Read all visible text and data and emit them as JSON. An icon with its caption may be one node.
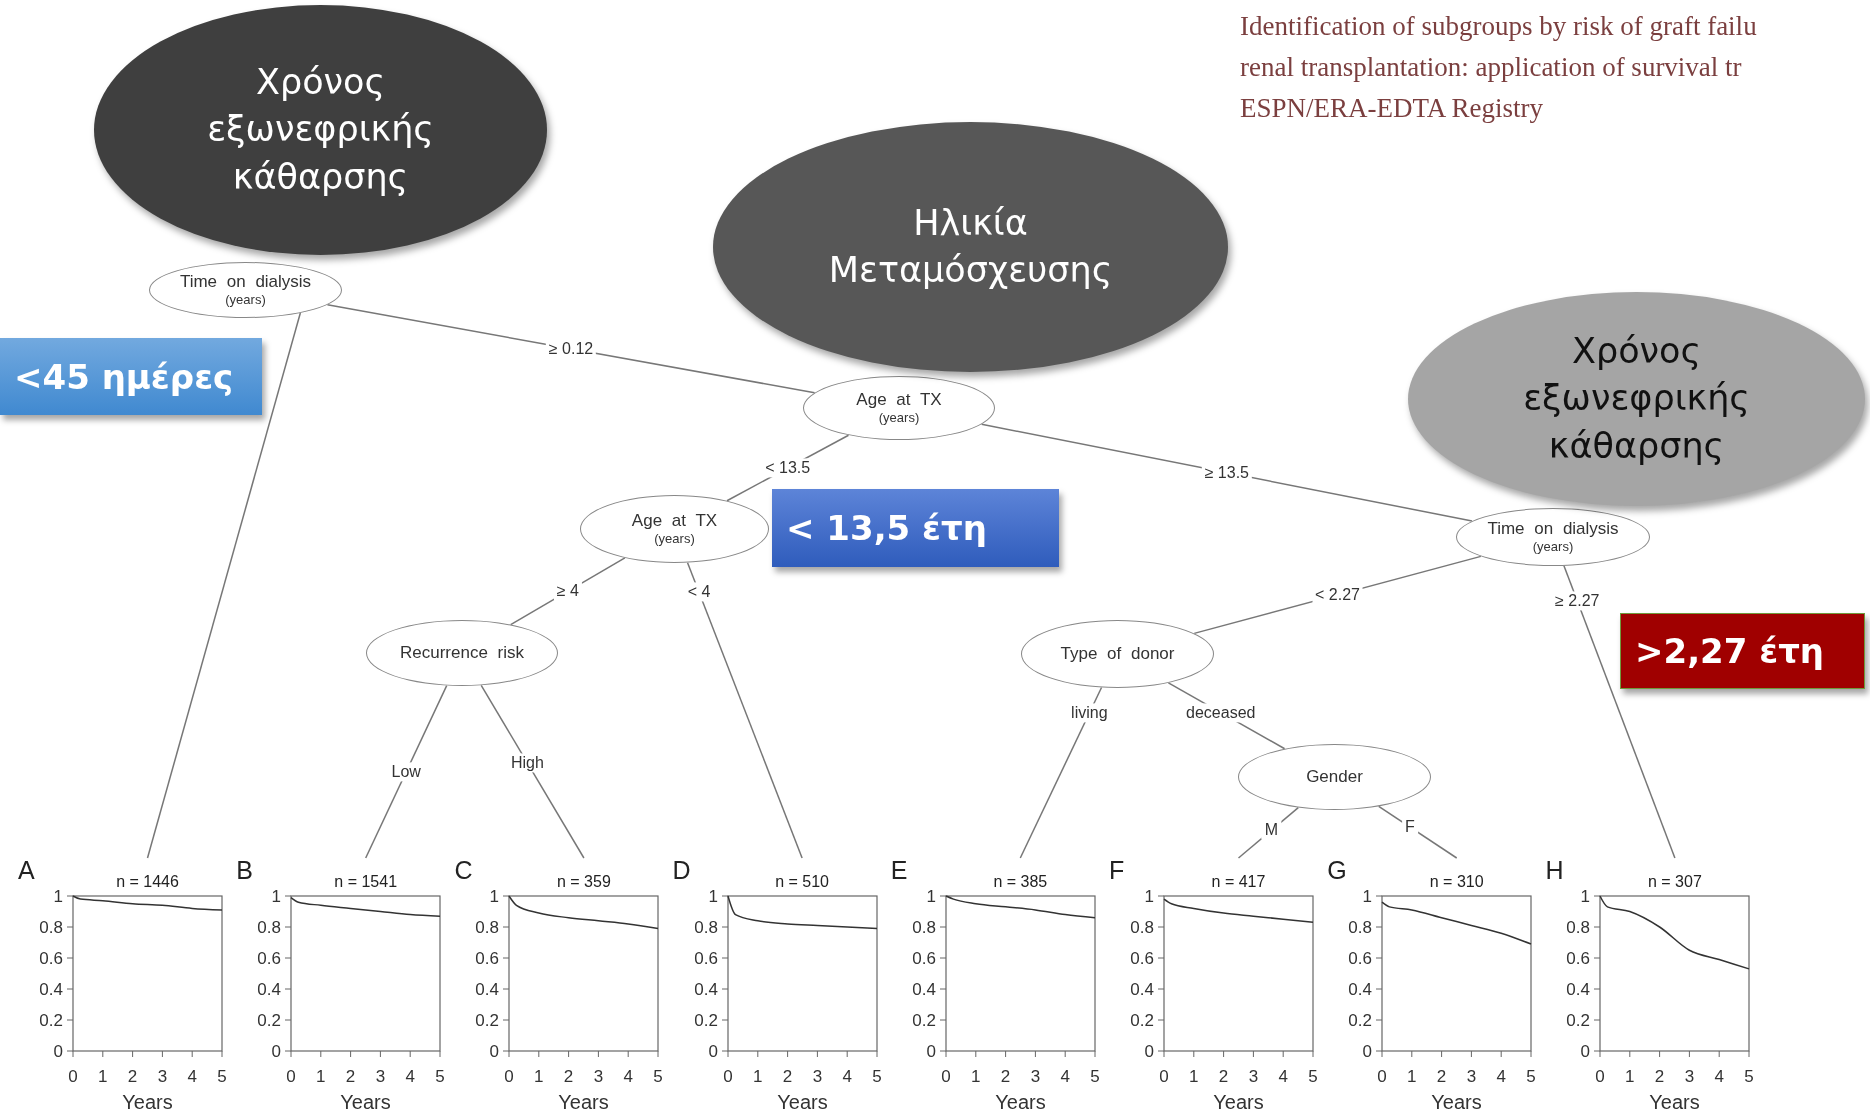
{
  "diagram": {
    "nodes": [
      {
        "text": [
          "Χρόνος εξωνεφρικής κάθαρσης"
        ]
      },
      {
        "text": [
          "Time on dialysis",
          "(years)"
        ]
      },
      {
        "text": [
          "<45 ημέρες"
        ]
      },
      {
        "text": [
          "Ηλικία Μεταμόσχευσης"
        ]
      },
      {
        "text": [
          "Age at TX",
          "(years)"
        ]
      },
      {
        "text": [
          "Χρόνος εξωνεφρικής κάθαρσης"
        ]
      },
      {
        "text": [
          "Time on dialysis",
          "(years)"
        ]
      },
      {
        "text": [
          "Age at TX",
          "(years)"
        ]
      },
      {
        "text": [
          "< 13,5 έτη"
        ]
      },
      {
        "text": [
          "Recurrence risk"
        ]
      },
      {
        "text": [
          "Type of donor"
        ]
      },
      {
        "text": [
          ">2,27 έτη"
        ]
      },
      {
        "text": [
          "Gender"
        ]
      },
      {
        "text": [
          "A",
          "n = 1446"
        ]
      },
      {
        "text": [
          "B",
          "n = 1541"
        ]
      },
      {
        "text": [
          "C",
          "n = 359"
        ]
      },
      {
        "text": [
          "D",
          "n = 510"
        ]
      },
      {
        "text": [
          "E",
          "n = 385"
        ]
      },
      {
        "text": [
          "F",
          "n = 417"
        ]
      },
      {
        "text": [
          "G",
          "n = 310"
        ]
      },
      {
        "text": [
          "H",
          "n = 307"
        ]
      }
    ],
    "edges": [
      {
        "from": 1,
        "to": 13,
        "arrow": "none"
      },
      {
        "from": 1,
        "to": 4,
        "arrow": "none",
        "label": "≥ 0.12"
      },
      {
        "from": 4,
        "to": 7,
        "arrow": "none",
        "label": "< 13.5"
      },
      {
        "from": 4,
        "to": 6,
        "arrow": "none",
        "label": "≥ 13.5"
      },
      {
        "from": 7,
        "to": 9,
        "arrow": "none",
        "label": "≥ 4"
      },
      {
        "from": 7,
        "to": 16,
        "arrow": "none",
        "label": "< 4"
      },
      {
        "from": 9,
        "to": 14,
        "arrow": "none",
        "label": "Low"
      },
      {
        "from": 9,
        "to": 15,
        "arrow": "none",
        "label": "High"
      },
      {
        "from": 6,
        "to": 10,
        "arrow": "none",
        "label": "< 2.27"
      },
      {
        "from": 6,
        "to": 20,
        "arrow": "none",
        "label": "≥ 2.27"
      },
      {
        "from": 10,
        "to": 17,
        "arrow": "none",
        "label": "living"
      },
      {
        "from": 10,
        "to": 12,
        "arrow": "none",
        "label": "deceased"
      },
      {
        "from": 12,
        "to": 18,
        "arrow": "none",
        "label": "M"
      },
      {
        "from": 12,
        "to": 19,
        "arrow": "none",
        "label": "F"
      }
    ],
    "labels": [
      "Identification of subgroups by risk of graft failu",
      "renal transplantation: application of survival tr",
      "ESPN/ERA-EDTA Registry"
    ],
    "chart_data": [
      {
        "type": "line",
        "xlabel": "Years",
        "x": [
          0,
          0.25,
          1,
          2,
          3,
          4,
          5
        ],
        "series": [
          {
            "color": "#333333",
            "values": [
              1,
              0.98,
              0.97,
              0.95,
              0.94,
              0.92,
              0.91
            ]
          }
        ],
        "xlim": [
          0,
          5
        ],
        "ylim": [
          0,
          1
        ],
        "xticks": [
          0,
          1,
          2,
          3,
          4,
          5
        ],
        "yticks": [
          0,
          0.2,
          0.4,
          0.6,
          0.8,
          1
        ]
      },
      {
        "type": "line",
        "xlabel": "Years",
        "x": [
          0,
          0.25,
          1,
          2,
          3,
          4,
          5
        ],
        "series": [
          {
            "color": "#333333",
            "values": [
              0.99,
              0.96,
              0.94,
              0.92,
              0.9,
              0.88,
              0.87
            ]
          }
        ],
        "xlim": [
          0,
          5
        ],
        "ylim": [
          0,
          1
        ],
        "xticks": [
          0,
          1,
          2,
          3,
          4,
          5
        ],
        "yticks": [
          0,
          0.2,
          0.4,
          0.6,
          0.8,
          1
        ]
      },
      {
        "type": "line",
        "xlabel": "Years",
        "x": [
          0,
          0.25,
          1,
          2,
          3,
          4,
          5
        ],
        "series": [
          {
            "color": "#333333",
            "values": [
              1,
              0.94,
              0.89,
              0.86,
              0.84,
              0.82,
              0.79
            ]
          }
        ],
        "xlim": [
          0,
          5
        ],
        "ylim": [
          0,
          1
        ],
        "xticks": [
          0,
          1,
          2,
          3,
          4,
          5
        ],
        "yticks": [
          0,
          0.2,
          0.4,
          0.6,
          0.8,
          1
        ]
      },
      {
        "type": "line",
        "xlabel": "Years",
        "x": [
          0,
          0.25,
          1,
          2,
          3,
          4,
          5
        ],
        "series": [
          {
            "color": "#333333",
            "values": [
              1,
              0.88,
              0.84,
              0.82,
              0.81,
              0.8,
              0.79
            ]
          }
        ],
        "xlim": [
          0,
          5
        ],
        "ylim": [
          0,
          1
        ],
        "xticks": [
          0,
          1,
          2,
          3,
          4,
          5
        ],
        "yticks": [
          0,
          0.2,
          0.4,
          0.6,
          0.8,
          1
        ]
      },
      {
        "type": "line",
        "xlabel": "Years",
        "x": [
          0,
          0.25,
          1,
          2,
          3,
          4,
          5
        ],
        "series": [
          {
            "color": "#333333",
            "values": [
              1,
              0.98,
              0.95,
              0.93,
              0.91,
              0.88,
              0.86
            ]
          }
        ],
        "xlim": [
          0,
          5
        ],
        "ylim": [
          0,
          1
        ],
        "xticks": [
          0,
          1,
          2,
          3,
          4,
          5
        ],
        "yticks": [
          0,
          0.2,
          0.4,
          0.6,
          0.8,
          1
        ]
      },
      {
        "type": "line",
        "xlabel": "Years",
        "x": [
          0,
          0.25,
          1,
          2,
          3,
          4,
          5
        ],
        "series": [
          {
            "color": "#333333",
            "values": [
              0.98,
              0.95,
              0.92,
              0.89,
              0.87,
              0.85,
              0.83
            ]
          }
        ],
        "xlim": [
          0,
          5
        ],
        "ylim": [
          0,
          1
        ],
        "xticks": [
          0,
          1,
          2,
          3,
          4,
          5
        ],
        "yticks": [
          0,
          0.2,
          0.4,
          0.6,
          0.8,
          1
        ]
      },
      {
        "type": "line",
        "xlabel": "Years",
        "x": [
          0,
          0.25,
          1,
          2,
          3,
          4,
          5
        ],
        "series": [
          {
            "color": "#333333",
            "values": [
              0.96,
              0.93,
              0.91,
              0.86,
              0.81,
              0.76,
              0.69
            ]
          }
        ],
        "xlim": [
          0,
          5
        ],
        "ylim": [
          0,
          1
        ],
        "xticks": [
          0,
          1,
          2,
          3,
          4,
          5
        ],
        "yticks": [
          0,
          0.2,
          0.4,
          0.6,
          0.8,
          1
        ]
      },
      {
        "type": "line",
        "xlabel": "Years",
        "x": [
          0,
          0.25,
          1,
          2,
          3,
          4,
          5
        ],
        "series": [
          {
            "color": "#333333",
            "values": [
              1,
              0.93,
              0.9,
              0.8,
              0.65,
              0.59,
              0.53
            ]
          }
        ],
        "xlim": [
          0,
          5
        ],
        "ylim": [
          0,
          1
        ],
        "xticks": [
          0,
          1,
          2,
          3,
          4,
          5
        ],
        "yticks": [
          0,
          0.2,
          0.4,
          0.6,
          0.8,
          1
        ]
      }
    ]
  }
}
